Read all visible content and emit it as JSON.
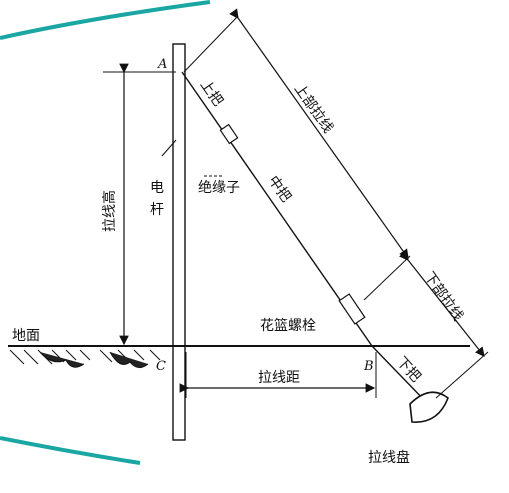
{
  "diagram": {
    "labels": {
      "point_a": "A",
      "point_b": "B",
      "point_c": "C",
      "upper_guy": "上部拉线",
      "lower_guy": "下部拉线",
      "upper_grip": "上把",
      "middle_grip": "中把",
      "lower_grip": "下把",
      "insulator": "绝缘子",
      "turnbuckle": "花篮螺栓",
      "pole_char1": "电",
      "pole_char2": "杆",
      "guy_height": "拉线高",
      "ground": "地面",
      "guy_distance": "拉线距",
      "anchor_plate": "拉线盘"
    },
    "colors": {
      "accent_teal": "#1aa6a2",
      "line": "#111111"
    }
  }
}
